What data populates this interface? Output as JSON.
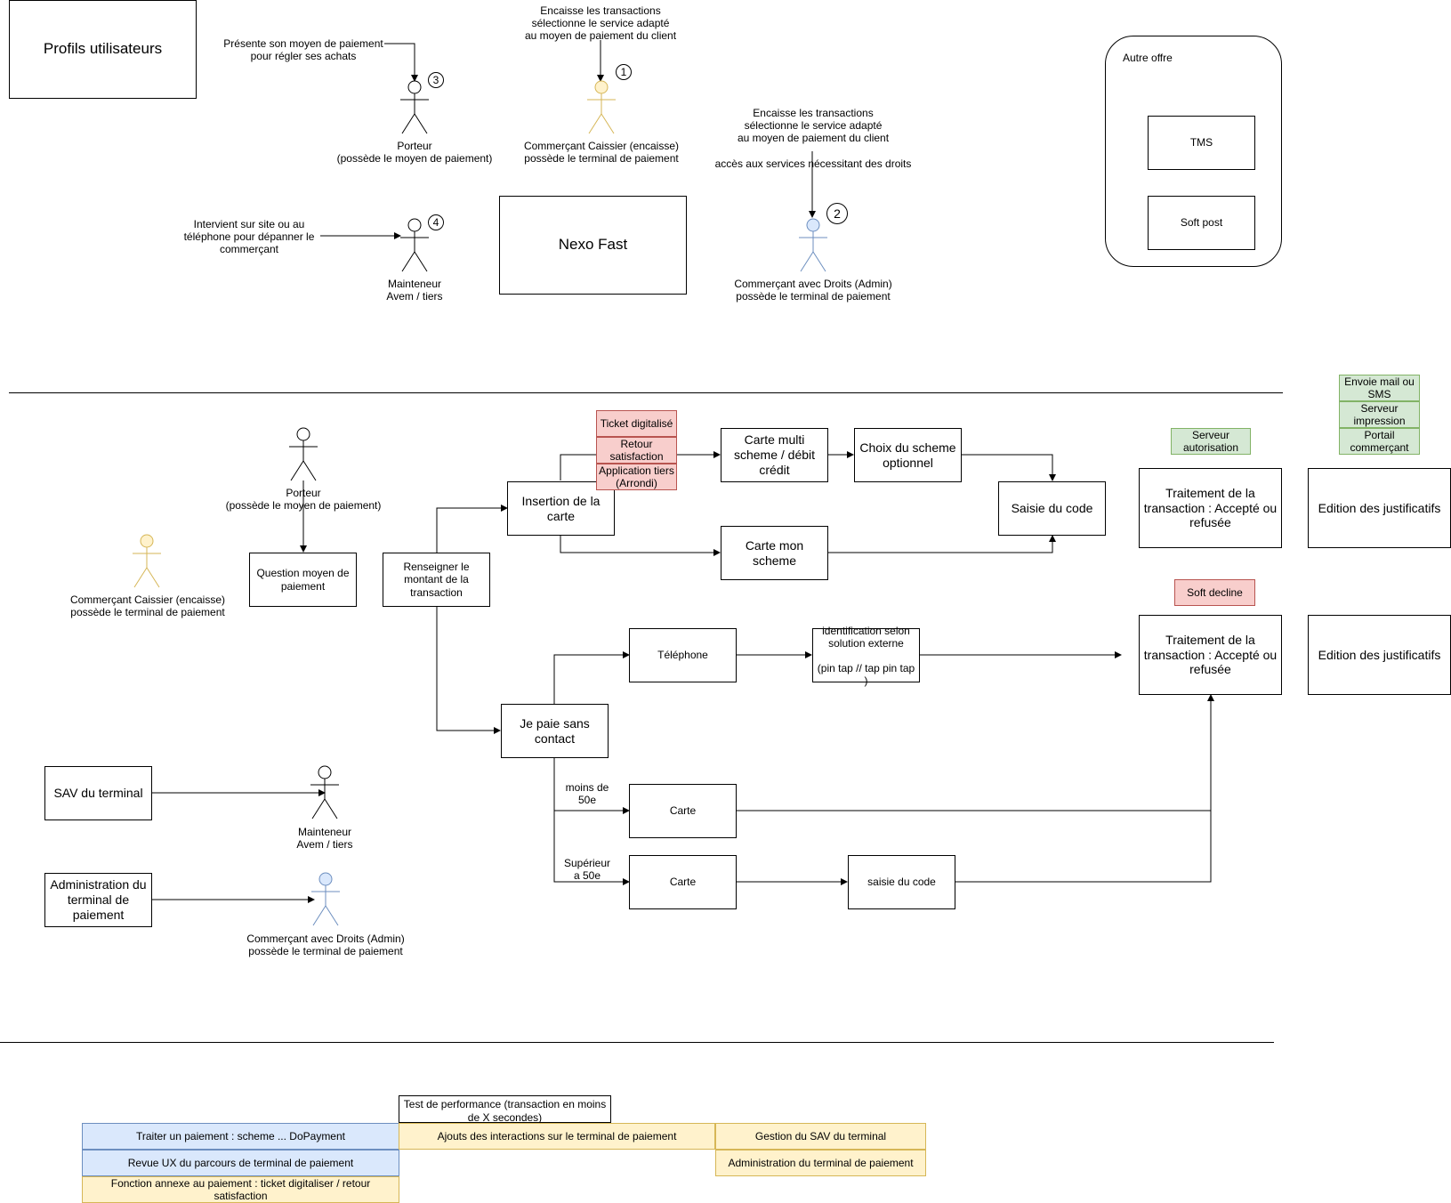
{
  "top": {
    "profils_title": "Profils utilisateurs",
    "nexo_title": "Nexo Fast",
    "autre_offre": {
      "label": "Autre offre",
      "tms": "TMS",
      "soft_post": "Soft post"
    },
    "actor3": {
      "note": "Présente son moyen de paiement\npour régler ses achats",
      "badge": "3",
      "label": "Porteur\n(possède le moyen de paiement)"
    },
    "actor1": {
      "note": "Encaisse les transactions\nsélectionne le service adapté\nau moyen de paiement du client",
      "badge": "1",
      "label": "Commerçant Caissier (encaisse)\npossède le terminal de paiement"
    },
    "actor4": {
      "note": "Intervient sur site ou au\ntéléphone pour dépanner le\ncommerçant",
      "badge": "4",
      "label": "Mainteneur\nAvem / tiers"
    },
    "actor2": {
      "note": "Encaisse les transactions\nsélectionne le service adapté\nau moyen de paiement du client",
      "note2": "accès aux services nécessitant des droits",
      "badge": "2",
      "label": "Commerçant avec Droits (Admin)\npossède le terminal de paiement"
    }
  },
  "flow": {
    "porteur": "Porteur\n(possède le moyen de paiement)",
    "caissier": "Commerçant Caissier (encaisse)\npossède le terminal de paiement",
    "question": "Question moyen de\npaiement",
    "renseigner": "Renseigner le\nmontant de la\ntransaction",
    "insertion": "Insertion de la\ncarte",
    "red_tags": [
      "Ticket digitalisé",
      "Retour\nsatisfaction",
      "Application tiers\n(Arrondi)"
    ],
    "multi": "Carte multi\nscheme / débit\ncrédit",
    "choix": "Choix du scheme\noptionnel",
    "mon_scheme": "Carte mon\nscheme",
    "saisie_code": "Saisie du code",
    "serveur_auth": "Serveur\nautorisation",
    "traitement": "Traitement de la\ntransaction : Accepté ou\nrefusée",
    "green_tags": [
      "Envoie mail ou\nSMS",
      "Serveur\nimpression",
      "Portail\ncommerçant"
    ],
    "edition": "Edition des justificatifs",
    "soft_decline": "Soft decline",
    "sans_contact": "Je paie sans\ncontact",
    "telephone": "Téléphone",
    "identification": "identification selon\nsolution externe\n\n(pin tap // tap pin tap )",
    "moins": "moins de\n50e",
    "superieur": "Supérieur\na 50e",
    "carte": "Carte",
    "saisie_code_small": "saisie du code",
    "sav": "SAV du terminal",
    "mainteneur": "Mainteneur\nAvem / tiers",
    "admin_box": "Administration du\nterminal de\npaiement",
    "admin_actor": "Commerçant avec Droits (Admin)\npossède le terminal de paiement"
  },
  "legend": {
    "test_perf": "Test de performance (transaction en moins\nde X secondes)",
    "traiter": "Traiter un paiement : scheme ... DoPayment",
    "revue": "Revue UX du parcours de terminal de paiement",
    "fonction": "Fonction annexe au paiement : ticket digitaliser / retour\nsatisfaction",
    "ajouts": "Ajouts des interactions sur le terminal de paiement",
    "gestion": "Gestion du SAV du terminal",
    "administration": "Administration du terminal de paiement"
  },
  "colors": {
    "yellow_actor": "#d6b656",
    "yellow_fill": "#fff2cc",
    "blue_actor": "#6c8ebf",
    "blue_fill": "#dae8fc"
  }
}
